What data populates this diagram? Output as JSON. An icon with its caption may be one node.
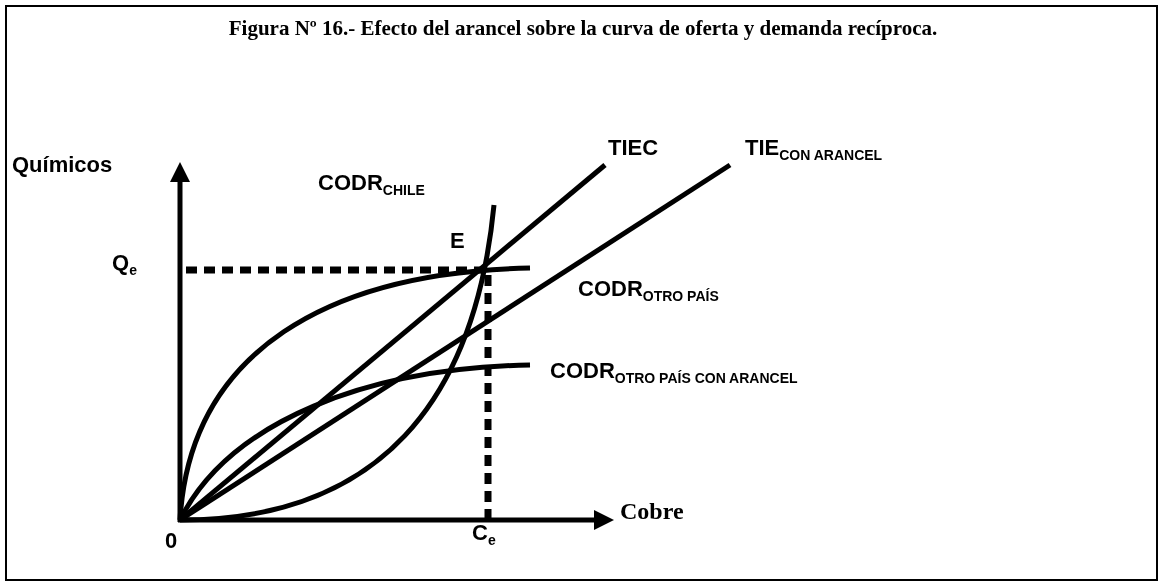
{
  "diagram": {
    "title": "Figura Nº 16.- Efecto del arancel sobre la curva de oferta y demanda recíproca.",
    "labels": [
      "Químicos",
      "CODR$_{CHILE}$",
      "TIEC",
      "TIE$_{CON ARANCEL}$",
      "Q$_{e}$",
      "E",
      "CODR$_{OTRO PAÍS}$",
      "CODR$_{OTRO PAÍS CON ARANCEL}$",
      "0",
      "C$_{e}$",
      "Cobre"
    ]
  }
}
